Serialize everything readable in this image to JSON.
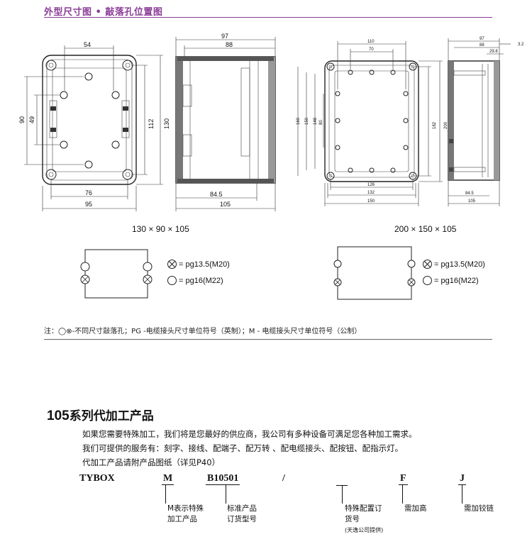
{
  "header": {
    "title": "外型尺寸图 • 敲落孔位置图"
  },
  "drawings": {
    "small_front": {
      "dims": [
        "54",
        "90",
        "49",
        "112",
        "130",
        "76",
        "95"
      ]
    },
    "small_side": {
      "dims": [
        "97",
        "88",
        "84.5",
        "105"
      ]
    },
    "large_front": {
      "dims": [
        "110",
        "70",
        "160",
        "150",
        "148",
        "80",
        "182",
        "200",
        "126",
        "132",
        "150"
      ]
    },
    "large_side": {
      "dims": [
        "97",
        "88",
        "29.8",
        "3.2",
        "84.5",
        "105"
      ]
    }
  },
  "sizes": {
    "small": "130 × 90 × 105",
    "large": "200 × 150 × 105"
  },
  "legend": {
    "cross": "= pg13.5(M20)",
    "open": "= pg16(M22)"
  },
  "note": "注：◯⊗-不同尺寸敲落孔；PG -电缆接头尺寸单位符号（英制）；M - 电缆接头尺寸单位符号（公制）",
  "section": {
    "number": "105",
    "title": "系列代加工产品",
    "lines": [
      "如果您需要特殊加工，我们将是您最好的供应商，我公司有多种设备可满足您各种加工需求。",
      "我们可提供的服务有：刻字、接线、配端子、配万转 、配电缆接头、配按钮、配指示灯。",
      "代加工产品请附产品图纸（详见P40）"
    ]
  },
  "code": {
    "tybox": "TYBOX",
    "m": "M",
    "model": "B10501",
    "slash": "/",
    "f": "F",
    "j": "J"
  },
  "explanations": {
    "m": [
      "M表示特殊",
      "加工产品"
    ],
    "model": [
      "标准产品",
      "订货型号"
    ],
    "special": [
      "特殊配置订",
      "货号"
    ],
    "special_note": "(天逸公司提供)",
    "f": "需加高",
    "j": "需加铰链"
  }
}
